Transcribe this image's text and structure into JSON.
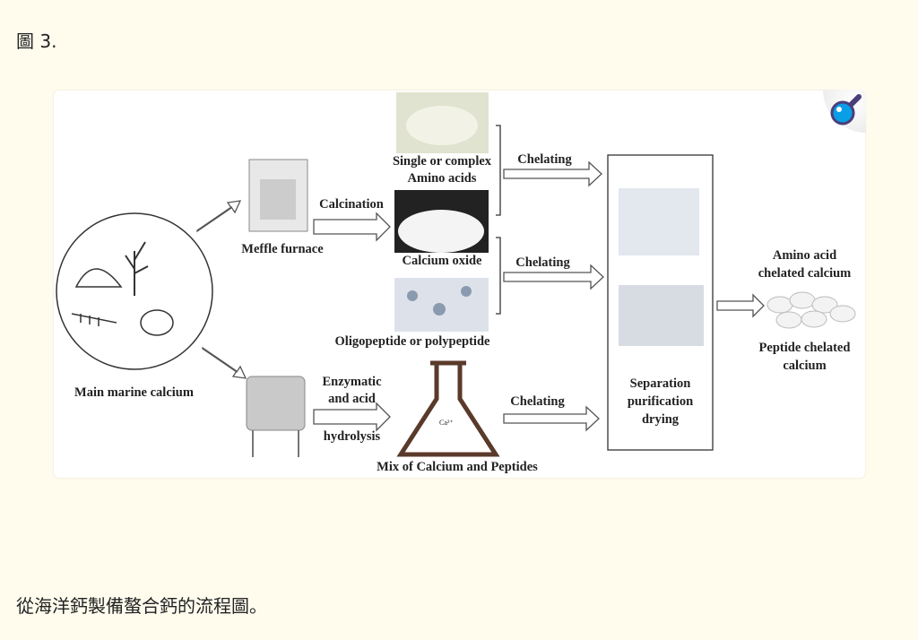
{
  "figure_title": "圖 3.",
  "caption": "從海洋鈣製備螯合鈣的流程圖。",
  "diagram": {
    "source": "Main marine calcium",
    "furnace": "Meffle furnace",
    "calcination": "Calcination",
    "amino_line1": "Single or complex",
    "amino_line2": "Amino acids",
    "calcium_oxide": "Calcium oxide",
    "oligopeptide": "Oligopeptide or polypeptide",
    "chelating1": "Chelating",
    "chelating2": "Chelating",
    "chelating3": "Chelating",
    "enzymatic": "Enzymatic",
    "and_acid": "and acid",
    "hydrolysis": "hydrolysis",
    "mix": "Mix of Calcium and Peptides",
    "flask_label": "Ca²⁺",
    "sep1": "Separation",
    "sep2": "purification",
    "sep3": "drying",
    "amino_out1": "Amino acid",
    "amino_out2": "chelated calcium",
    "peptide_out1": "Peptide chelated",
    "peptide_out2": "calcium"
  },
  "icons": {
    "zoom": "magnifier-icon"
  }
}
